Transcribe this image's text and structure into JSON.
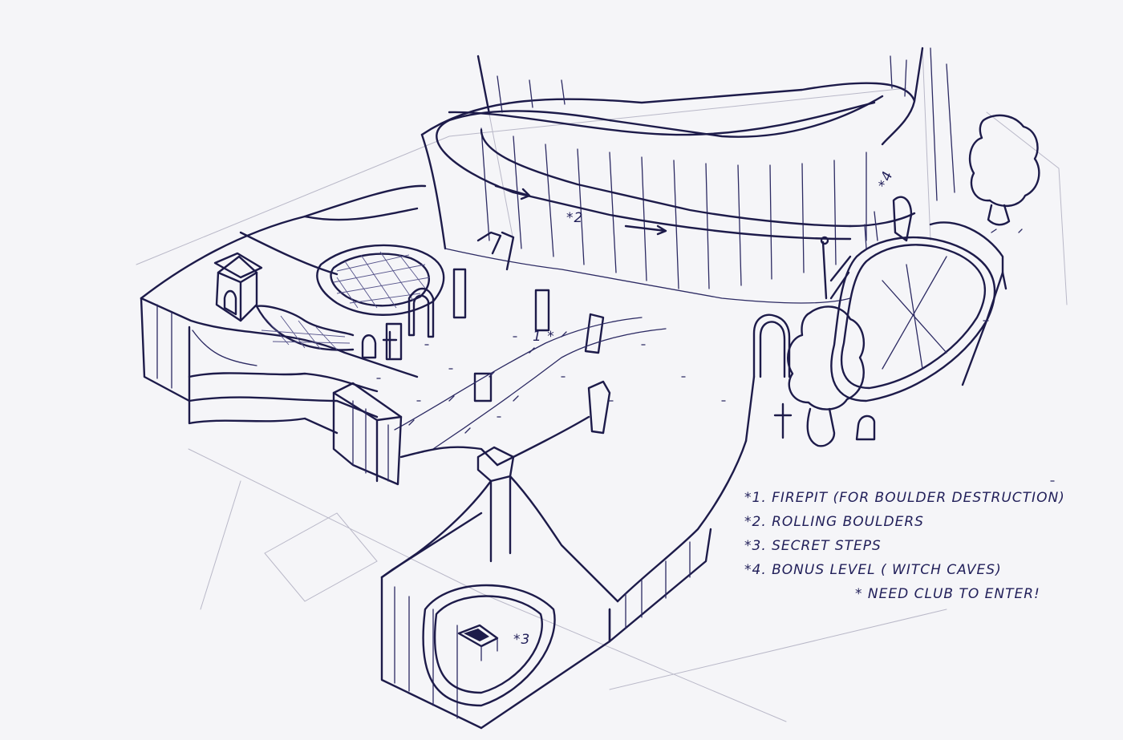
{
  "map_markers": {
    "m1": "1 *",
    "m2": "*2",
    "m3": "*3",
    "m4": "*4"
  },
  "legend": {
    "items": [
      "*1. Firepit (for boulder destruction)",
      "*2. Rolling boulders",
      "*3. Secret steps",
      "*4. Bonus level ( witch caves)"
    ],
    "note": "* Need club to enter!"
  },
  "colors": {
    "ink": "#1d1b4a",
    "paper": "#f5f5f8"
  }
}
